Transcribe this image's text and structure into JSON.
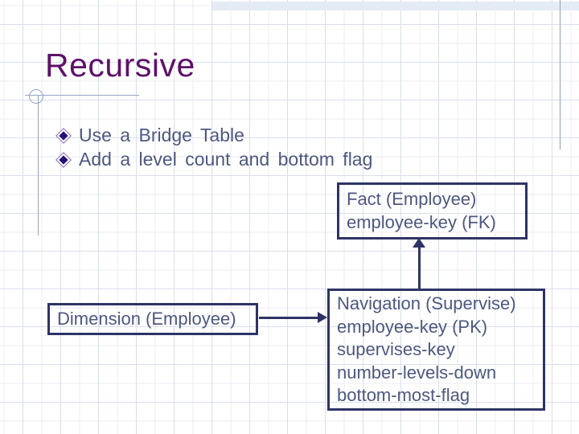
{
  "slide": {
    "title": "Recursive",
    "bullets": [
      {
        "label": "Use a Bridge Table"
      },
      {
        "label": "Add a level count and bottom flag"
      }
    ]
  },
  "diagram": {
    "fact_box": {
      "lines": [
        "Fact (Employee)",
        "employee-key (FK)"
      ]
    },
    "dimension_box": {
      "lines": [
        "Dimension (Employee)"
      ]
    },
    "navigation_box": {
      "lines": [
        "Navigation (Supervise)",
        "employee-key (PK)",
        "supervises-key",
        "number-levels-down",
        "bottom-most-flag"
      ]
    },
    "connections": [
      {
        "from": "dimension_box",
        "to": "navigation_box",
        "direction": "right"
      },
      {
        "from": "navigation_box",
        "to": "fact_box",
        "direction": "up"
      }
    ]
  },
  "icons": {
    "bullet": "diamond-bullet-icon"
  },
  "colors": {
    "title_text": "#5e1169",
    "body_text": "#4d5880",
    "box_border": "#2e3366",
    "arrow": "#2e3366",
    "ornament_line": "#93a4c2",
    "grid_major": "#d9deea",
    "grid_minor": "#eceef5",
    "top_band": "#c9d7ea",
    "bullet_core": "#2a0e79",
    "bullet_outline": "#7b6cc0"
  }
}
